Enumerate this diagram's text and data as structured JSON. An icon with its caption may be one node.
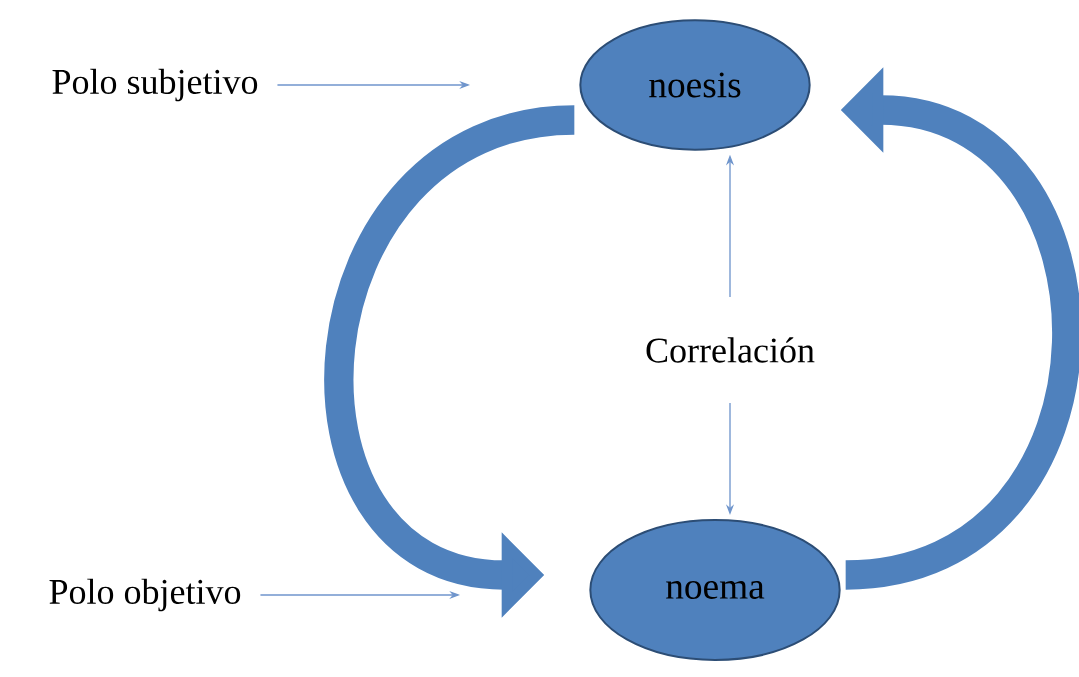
{
  "diagram": {
    "nodes": [
      {
        "text": [
          "Polo subjetivo"
        ]
      },
      {
        "text": [
          "noesis"
        ]
      },
      {
        "text": [
          "Correlación"
        ]
      },
      {
        "text": [
          "noema"
        ]
      },
      {
        "text": [
          "Polo objetivo"
        ]
      }
    ],
    "edges": [
      {
        "from": 0,
        "to": null,
        "arrow": "to"
      },
      {
        "from": 2,
        "to": 1,
        "arrow": "to"
      },
      {
        "from": 2,
        "to": 3,
        "arrow": "to"
      },
      {
        "from": 4,
        "to": null,
        "arrow": "to"
      },
      {
        "from": 1,
        "to": 3,
        "arrow": "to",
        "style": "thick",
        "color": "#4f81bd"
      },
      {
        "from": 3,
        "to": 1,
        "arrow": "to",
        "style": "thick",
        "color": "#4f81bd"
      }
    ]
  }
}
